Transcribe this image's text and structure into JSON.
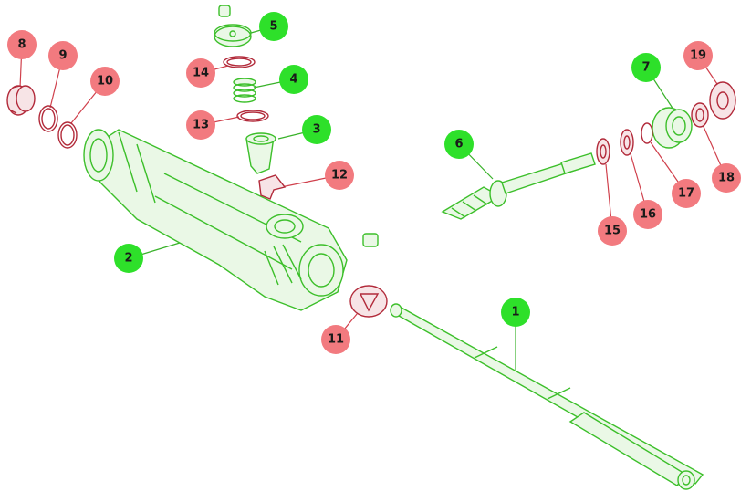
{
  "colors": {
    "green_badge": "#2ee02a",
    "red_badge": "#f27a7f",
    "green_part": "#3cbf2a",
    "red_part": "#b22a3a"
  },
  "callouts": [
    {
      "label": "1",
      "color": "green"
    },
    {
      "label": "2",
      "color": "green"
    },
    {
      "label": "3",
      "color": "green"
    },
    {
      "label": "4",
      "color": "green"
    },
    {
      "label": "5",
      "color": "green"
    },
    {
      "label": "6",
      "color": "green"
    },
    {
      "label": "7",
      "color": "green"
    },
    {
      "label": "8",
      "color": "red"
    },
    {
      "label": "9",
      "color": "red"
    },
    {
      "label": "10",
      "color": "red"
    },
    {
      "label": "11",
      "color": "red"
    },
    {
      "label": "12",
      "color": "red"
    },
    {
      "label": "13",
      "color": "red"
    },
    {
      "label": "14",
      "color": "red"
    },
    {
      "label": "15",
      "color": "red"
    },
    {
      "label": "16",
      "color": "red"
    },
    {
      "label": "17",
      "color": "red"
    },
    {
      "label": "18",
      "color": "red"
    },
    {
      "label": "19",
      "color": "red"
    }
  ]
}
